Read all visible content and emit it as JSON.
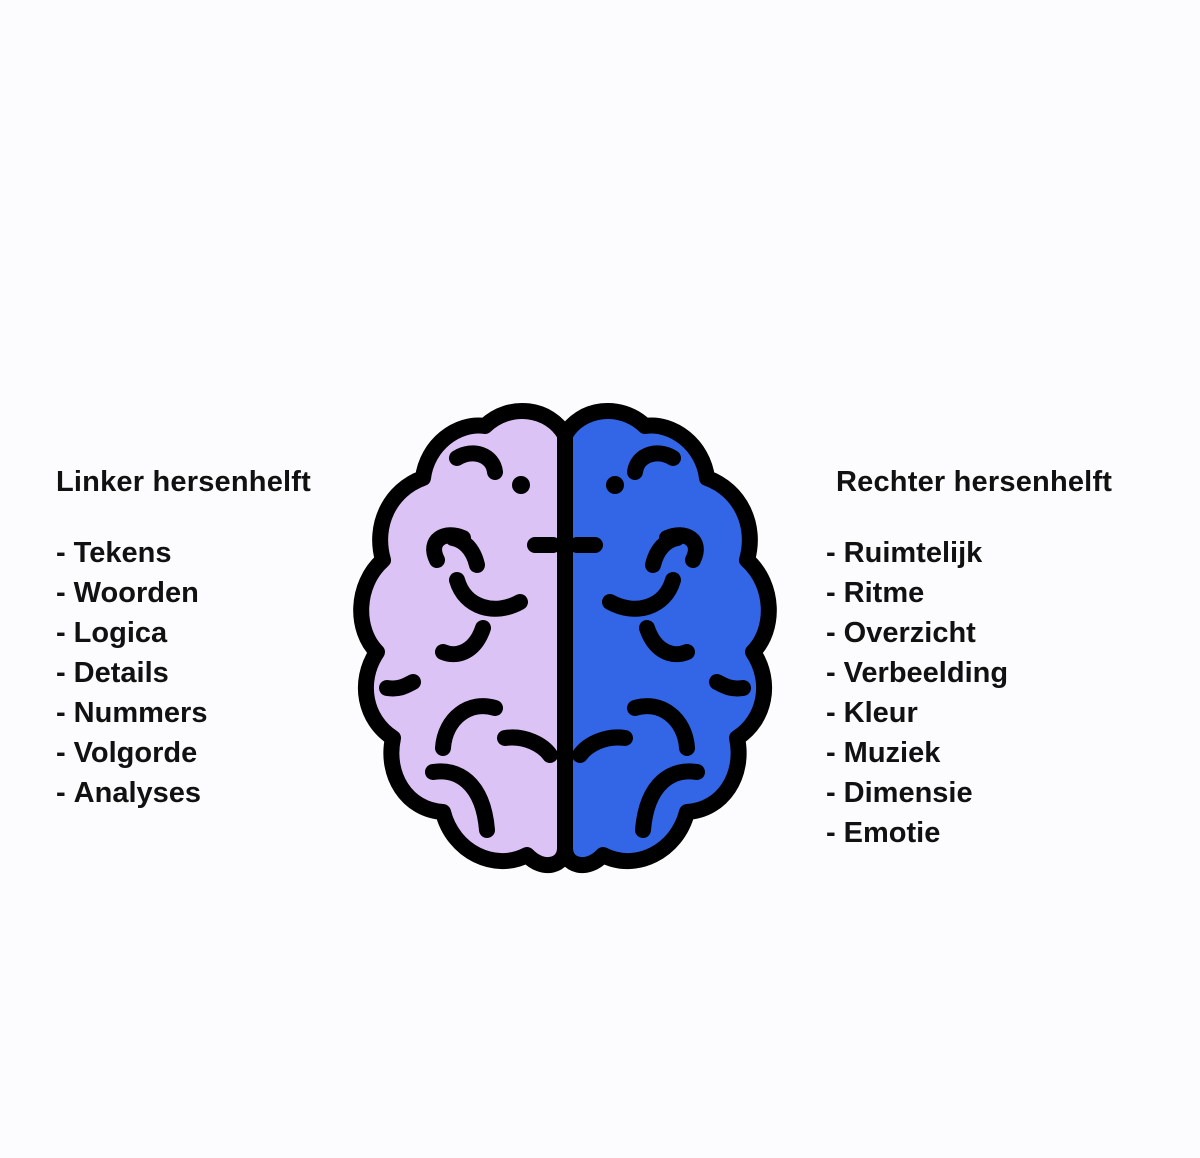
{
  "left_hemisphere": {
    "title": "Linker hersenhelft",
    "items": [
      "Tekens",
      "Woorden",
      "Logica",
      "Details",
      "Nummers",
      "Volgorde",
      "Analyses"
    ],
    "color": "#dcc3f5"
  },
  "right_hemisphere": {
    "title": "Rechter hersenhelft",
    "items": [
      "Ruimtelijk",
      "Ritme",
      "Overzicht",
      "Verbeelding",
      "Kleur",
      "Muziek",
      "Dimensie",
      "Emotie"
    ],
    "color": "#3366e6"
  },
  "icon": "brain-icon",
  "list_marker": "-"
}
